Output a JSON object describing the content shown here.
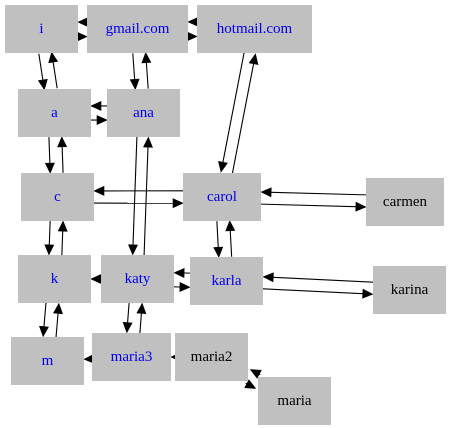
{
  "colors": {
    "node_fill": "#c0c0c0",
    "link_text": "#0000ee",
    "plain_text": "#000000",
    "edge": "#000000",
    "background": "#ffffff"
  },
  "nodes": [
    {
      "id": "i",
      "label": "i",
      "link": true
    },
    {
      "id": "gmail",
      "label": "gmail.com",
      "link": true
    },
    {
      "id": "hotmail",
      "label": "hotmail.com",
      "link": true
    },
    {
      "id": "a",
      "label": "a",
      "link": true
    },
    {
      "id": "ana",
      "label": "ana",
      "link": true
    },
    {
      "id": "c",
      "label": "c",
      "link": true
    },
    {
      "id": "carol",
      "label": "carol",
      "link": true
    },
    {
      "id": "carmen",
      "label": "carmen",
      "link": false
    },
    {
      "id": "k",
      "label": "k",
      "link": true
    },
    {
      "id": "katy",
      "label": "katy",
      "link": true
    },
    {
      "id": "karla",
      "label": "karla",
      "link": true
    },
    {
      "id": "karina",
      "label": "karina",
      "link": false
    },
    {
      "id": "m",
      "label": "m",
      "link": true
    },
    {
      "id": "maria3",
      "label": "maria3",
      "link": true
    },
    {
      "id": "maria2",
      "label": "maria2",
      "link": false
    },
    {
      "id": "maria",
      "label": "maria",
      "link": false
    }
  ],
  "edges": [
    {
      "from": "gmail",
      "to": "i"
    },
    {
      "from": "i",
      "to": "gmail"
    },
    {
      "from": "hotmail",
      "to": "gmail"
    },
    {
      "from": "gmail",
      "to": "hotmail"
    },
    {
      "from": "a",
      "to": "i"
    },
    {
      "from": "i",
      "to": "a"
    },
    {
      "from": "ana",
      "to": "gmail"
    },
    {
      "from": "gmail",
      "to": "ana"
    },
    {
      "from": "a",
      "to": "ana"
    },
    {
      "from": "ana",
      "to": "a"
    },
    {
      "from": "c",
      "to": "a"
    },
    {
      "from": "a",
      "to": "c"
    },
    {
      "from": "carol",
      "to": "hotmail"
    },
    {
      "from": "hotmail",
      "to": "carol"
    },
    {
      "from": "c",
      "to": "carol"
    },
    {
      "from": "carol",
      "to": "c"
    },
    {
      "from": "carol",
      "to": "carmen"
    },
    {
      "from": "carmen",
      "to": "carol"
    },
    {
      "from": "k",
      "to": "c"
    },
    {
      "from": "c",
      "to": "k"
    },
    {
      "from": "katy",
      "to": "ana"
    },
    {
      "from": "ana",
      "to": "katy"
    },
    {
      "from": "katy",
      "to": "k"
    },
    {
      "from": "karla",
      "to": "carol"
    },
    {
      "from": "carol",
      "to": "karla"
    },
    {
      "from": "katy",
      "to": "karla"
    },
    {
      "from": "karla",
      "to": "katy"
    },
    {
      "from": "karla",
      "to": "karina"
    },
    {
      "from": "karina",
      "to": "karla"
    },
    {
      "from": "m",
      "to": "k"
    },
    {
      "from": "k",
      "to": "m"
    },
    {
      "from": "maria3",
      "to": "katy"
    },
    {
      "from": "katy",
      "to": "maria3"
    },
    {
      "from": "maria3",
      "to": "m"
    },
    {
      "from": "maria2",
      "to": "maria3"
    },
    {
      "from": "maria2",
      "to": "maria"
    },
    {
      "from": "maria",
      "to": "maria2"
    }
  ]
}
